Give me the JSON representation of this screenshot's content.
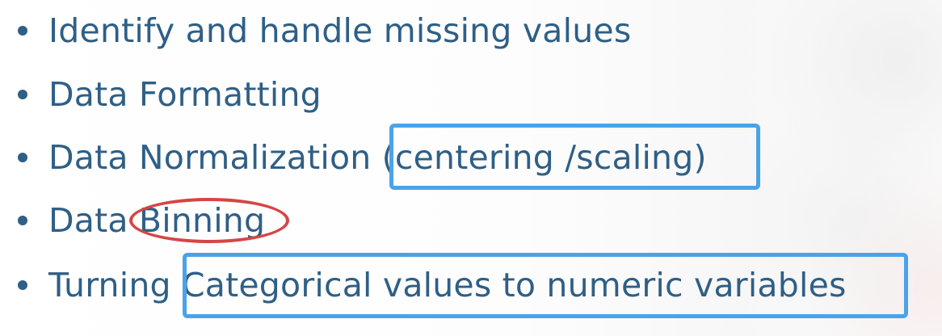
{
  "slide": {
    "bullets": [
      "Identify and handle missing values",
      "Data Formatting",
      "Data Normalization (centering /scaling)",
      "Data Binning",
      "Turning Categorical values to numeric variables"
    ],
    "colors": {
      "text": "#2f5f86",
      "highlight_box": "#4aa3e8",
      "highlight_ellipse": "#d64545"
    }
  }
}
